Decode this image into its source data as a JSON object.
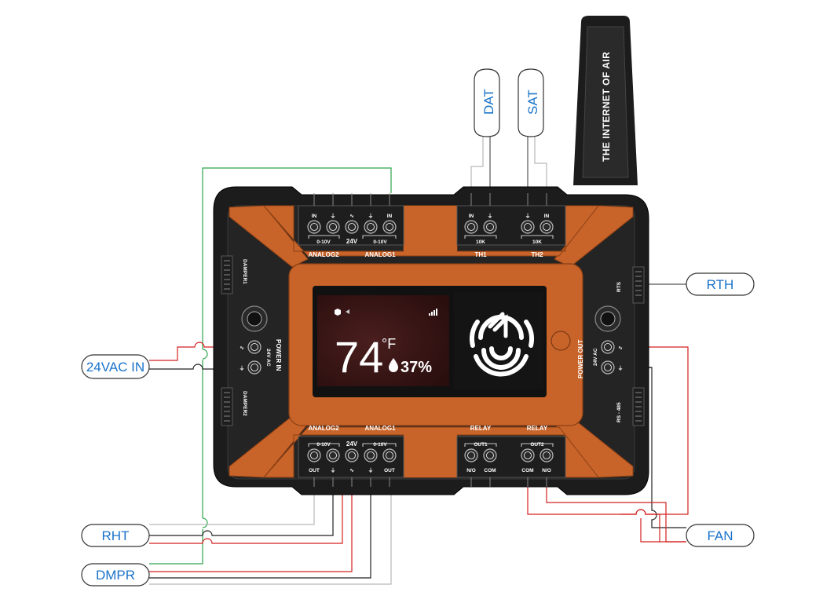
{
  "device": {
    "antenna_text": "THE INTERNET OF AIR",
    "screen": {
      "temperature": "74",
      "temp_unit": "°F",
      "humidity": "37%"
    },
    "side_labels": {
      "damper1": "DAMPER1",
      "damper2": "DAMPER2",
      "power_in": "POWER IN",
      "power_out": "POWER OUT",
      "power_in_24vac": "24V AC",
      "power_out_24vac": "24V AC",
      "rts": "RTS",
      "rs485": "RS - 485"
    },
    "top_blocks": {
      "analog": {
        "pin_labels": [
          "IN",
          "⏚",
          "∿",
          "⏚",
          "IN"
        ],
        "sub_left": "0-10V",
        "sub_mid": "24V",
        "sub_right": "0-10V",
        "name_left": "ANALOG2",
        "name_right": "ANALOG1"
      },
      "th1": {
        "pin_labels": [
          "IN",
          "⏚"
        ],
        "sub": "10K",
        "name": "TH1"
      },
      "th2": {
        "pin_labels": [
          "⏚",
          "IN"
        ],
        "sub": "10K",
        "name": "TH2"
      }
    },
    "bottom_blocks": {
      "analog": {
        "name_left": "ANALOG2",
        "name_right": "ANALOG1",
        "sub_left": "0-10V",
        "sub_mid": "24V",
        "sub_right": "0-10V",
        "pin_labels": [
          "OUT",
          "⏚",
          "∿",
          "⏚",
          "OUT"
        ]
      },
      "relay1": {
        "name": "RELAY",
        "sub": "OUT1",
        "pin_labels": [
          "N/O",
          "COM"
        ]
      },
      "relay2": {
        "name": "RELAY",
        "sub": "OUT2",
        "pin_labels": [
          "COM",
          "N/O"
        ]
      }
    }
  },
  "connections": {
    "dat": "DAT",
    "sat": "SAT",
    "rth": "RTH",
    "vac_in": "24VAC IN",
    "rht": "RHT",
    "dmpr": "DMPR",
    "fan": "FAN"
  },
  "colors": {
    "body": "#1c1c1c",
    "orange": "#c8642a",
    "wire_red": "#d42020",
    "wire_green": "#2ea44a",
    "wire_gray": "#b8b8b8",
    "wire_black": "#222222",
    "label_blue": "#1a73c9"
  }
}
